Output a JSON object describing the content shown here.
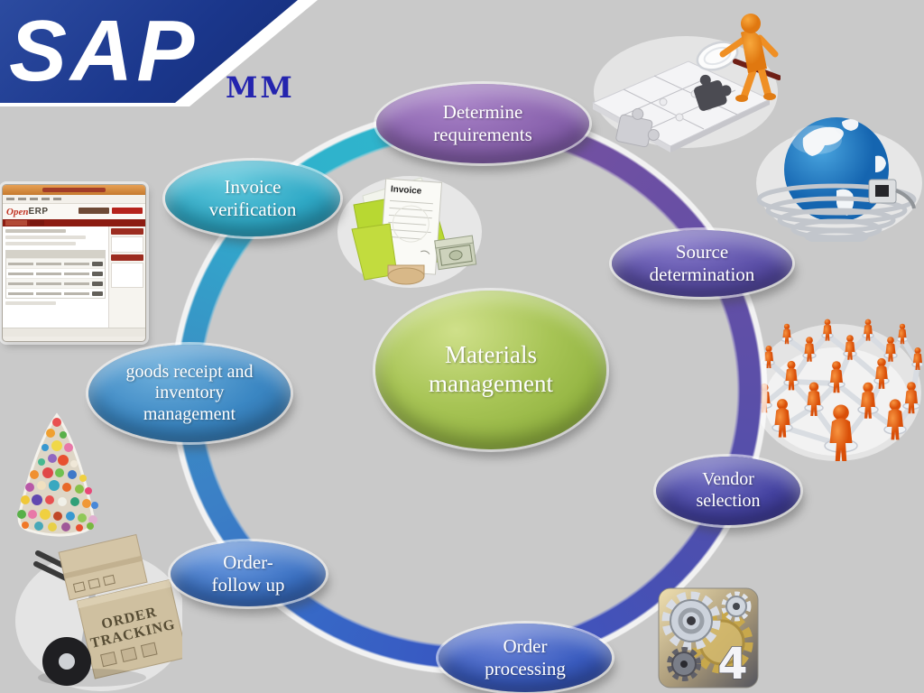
{
  "background_color": "#c9c9c9",
  "logo": {
    "brand": "SAP",
    "module": "MM",
    "brand_bg": "#1b378c",
    "module_color": "#2424ae"
  },
  "diagram": {
    "center": {
      "label": "Materials management",
      "color": "#8fb83a"
    },
    "nodes": [
      {
        "id": "determine-requirements",
        "label": "Determine requirements",
        "color": "#8a63ae"
      },
      {
        "id": "source-determination",
        "label": "Source determination",
        "color": "#5b4fa8"
      },
      {
        "id": "vendor-selection",
        "label": "Vendor selection",
        "color": "#4543a2"
      },
      {
        "id": "order-processing",
        "label": "Order processing",
        "color": "#3a5cc0"
      },
      {
        "id": "order-follow-up",
        "label": "Order- follow up",
        "color": "#3c72c4"
      },
      {
        "id": "goods-receipt-inventory",
        "label": "goods receipt and inventory management",
        "color": "#3b87c3"
      },
      {
        "id": "invoice-verification",
        "label": "Invoice verification",
        "color": "#2fa9c6"
      }
    ],
    "ring_colors": {
      "top": "#7b539f",
      "right": "#5b4fa8",
      "bottom": "#3858c2",
      "left": "#3a8ec4",
      "top_left": "#2fb2cc"
    }
  },
  "cliparts": {
    "openerp_window": {
      "logo_open": "Open",
      "logo_erp": "ERP"
    },
    "invoice_folder": {
      "label": "Invoice"
    },
    "order_tracking_boxes": {
      "line1": "ORDER",
      "line2": "TRACKING"
    },
    "gears_icon": {
      "number": "4"
    }
  }
}
